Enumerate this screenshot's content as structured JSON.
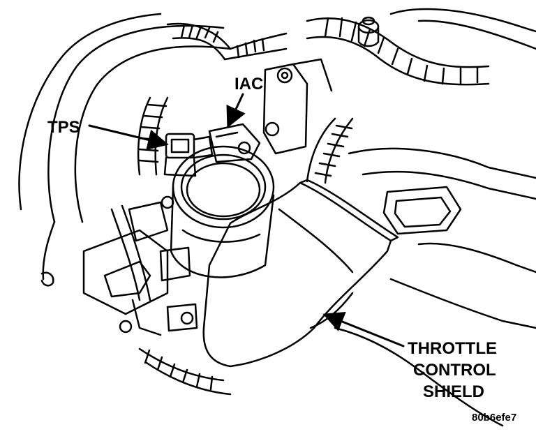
{
  "labels": {
    "iac": "IAC",
    "tps": "TPS",
    "throttle_line1": "THROTTLE",
    "throttle_line2": "CONTROL",
    "throttle_line3": "SHIELD"
  },
  "figure_code": "80b6efe7",
  "colors": {
    "ink": "#000000",
    "paper": "#ffffff"
  }
}
